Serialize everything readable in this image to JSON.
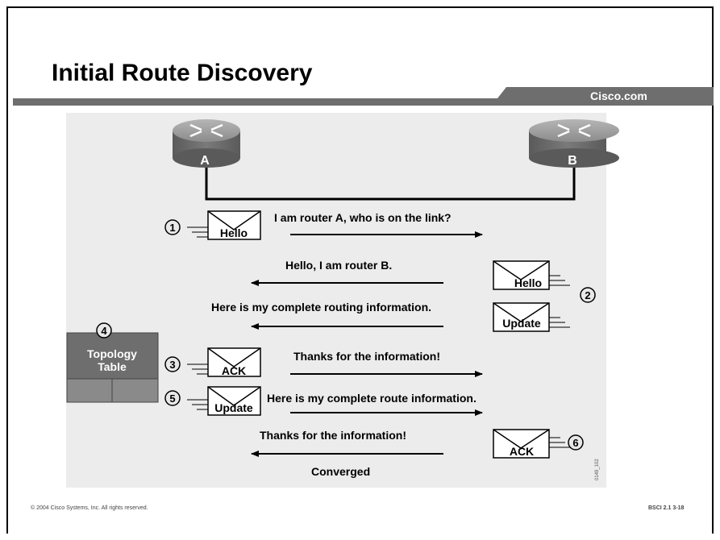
{
  "slide": {
    "title": "Initial Route Discovery",
    "brand": "Cisco.com",
    "footer_left": "© 2004 Cisco Systems, Inc. All rights reserved.",
    "footer_right": "BSCI 2.1   3-18",
    "figure_id": "0149_102"
  },
  "routers": {
    "a_label": "A",
    "b_label": "B"
  },
  "topology": {
    "number": "4",
    "line1": "Topology",
    "line2": "Table"
  },
  "steps": [
    {
      "number": "1",
      "envelope": "Hello",
      "message": "I am router A, who is on the link?"
    },
    {
      "number": "2",
      "envelope": "Hello",
      "message": "Hello, I am router B."
    },
    {
      "number": "",
      "envelope": "Update",
      "message": "Here is my complete routing information."
    },
    {
      "number": "3",
      "envelope": "ACK",
      "message": "Thanks for the information!"
    },
    {
      "number": "5",
      "envelope": "Update",
      "message": "Here is my complete route information."
    },
    {
      "number": "6",
      "envelope": "ACK",
      "message": "Thanks for the information!"
    }
  ],
  "converged": "Converged"
}
